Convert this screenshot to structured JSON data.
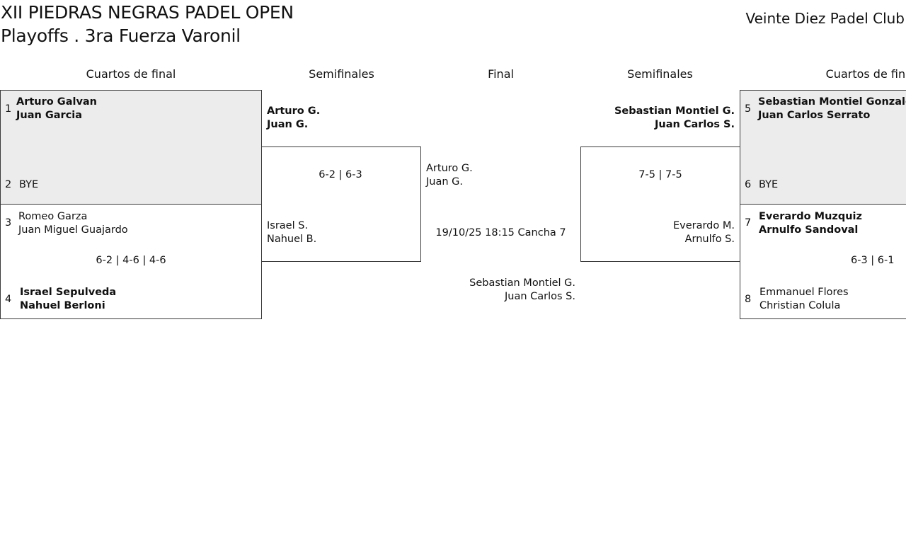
{
  "header": {
    "title_line1": "XII PIEDRAS NEGRAS PADEL OPEN",
    "title_line2": "Playoffs . 3ra Fuerza Varonil",
    "club": "Veinte Diez Padel Club"
  },
  "rounds": {
    "left_quarters": "Cuartos de final",
    "left_semis": "Semifinales",
    "final": "Final",
    "right_semis": "Semifinales",
    "right_quarters": "Cuartos de final"
  },
  "left_quarters": {
    "match1": {
      "seed_a": "1",
      "team_a": [
        "Arturo Galvan",
        "Juan Garcia"
      ],
      "seed_b": "2",
      "team_b": [
        "BYE"
      ]
    },
    "match2": {
      "seed_a": "3",
      "team_a": [
        "Romeo Garza",
        "Juan Miguel Guajardo"
      ],
      "score": "6-2 | 4-6 | 4-6",
      "seed_b": "4",
      "team_b": [
        "Israel Sepulveda",
        "Nahuel Berloni"
      ]
    }
  },
  "right_quarters": {
    "match1": {
      "seed_a": "5",
      "team_a": [
        "Sebastian Montiel Gonzalez",
        "Juan Carlos Serrato"
      ],
      "seed_b": "6",
      "team_b": [
        "BYE"
      ]
    },
    "match2": {
      "seed_a": "7",
      "team_a": [
        "Everardo Muzquiz",
        "Arnulfo Sandoval"
      ],
      "score": "6-3 | 6-1",
      "seed_b": "8",
      "team_b": [
        "Emmanuel Flores",
        "Christian Colula"
      ]
    }
  },
  "left_semi": {
    "team_a": [
      "Arturo G.",
      "Juan G."
    ],
    "score": "6-2 | 6-3",
    "team_b": [
      "Israel S.",
      "Nahuel B."
    ]
  },
  "right_semi": {
    "team_a": [
      "Sebastian Montiel G.",
      "Juan Carlos S."
    ],
    "score": "7-5 | 7-5",
    "team_b": [
      "Everardo M.",
      "Arnulfo S."
    ]
  },
  "final": {
    "team_a": [
      "Arturo G.",
      "Juan G."
    ],
    "schedule": "19/10/25 18:15 Cancha 7",
    "team_b": [
      "Sebastian Montiel G.",
      "Juan Carlos S."
    ]
  }
}
